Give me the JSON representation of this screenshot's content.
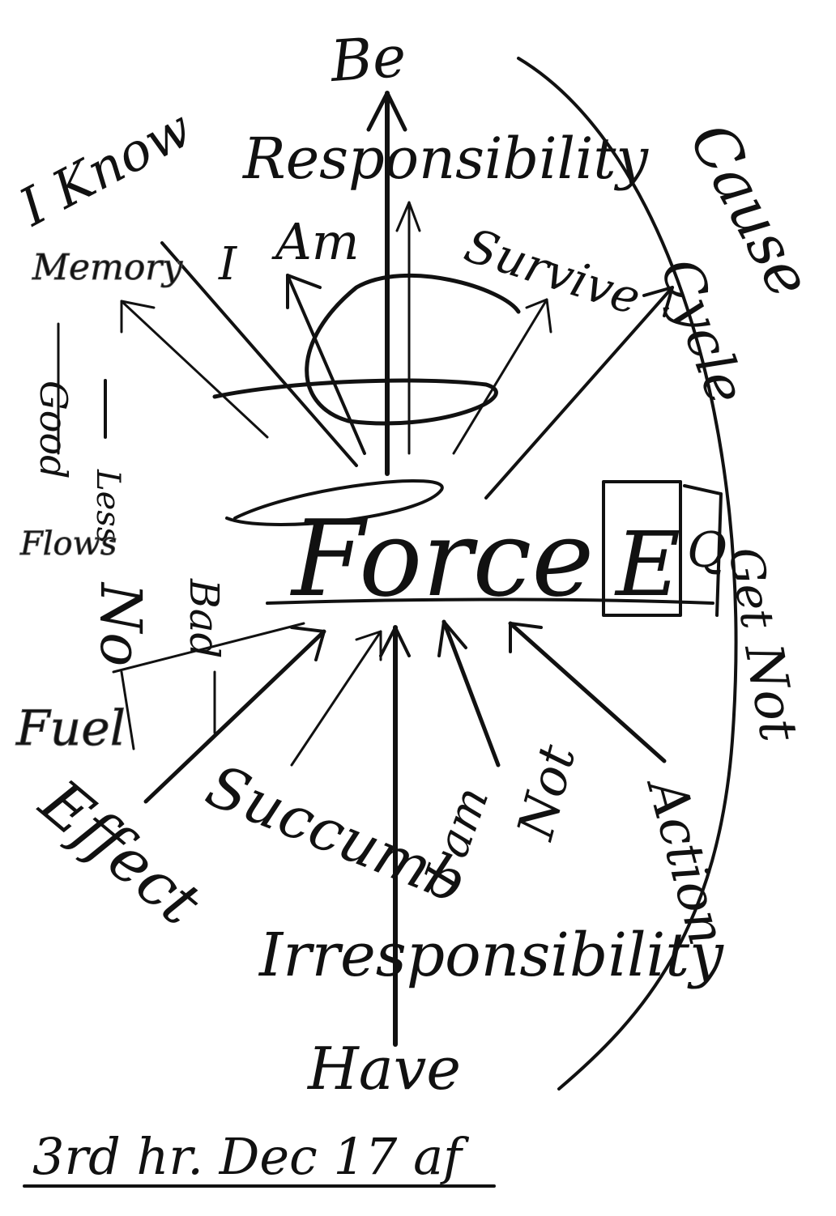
{
  "diagram": {
    "center": "Force",
    "top": [
      "Be",
      "Responsibility"
    ],
    "upper_labels": [
      "I Know",
      "Memory",
      "I",
      "Am",
      "Survive"
    ],
    "left_labels": [
      "Good",
      "Less",
      "Flows",
      "No",
      "Bad",
      "Fuel"
    ],
    "right_labels": [
      "Cause",
      "Cycle",
      "E",
      "Q",
      "Get",
      "Not"
    ],
    "lower_labels": [
      "Effect",
      "Succumb",
      "I am",
      "Not",
      "Irresponsibility",
      "Have",
      "Action"
    ],
    "footer": "3rd hr. Dec 17 af"
  },
  "colors": {
    "ink": "#111111",
    "paper": "#ffffff"
  }
}
